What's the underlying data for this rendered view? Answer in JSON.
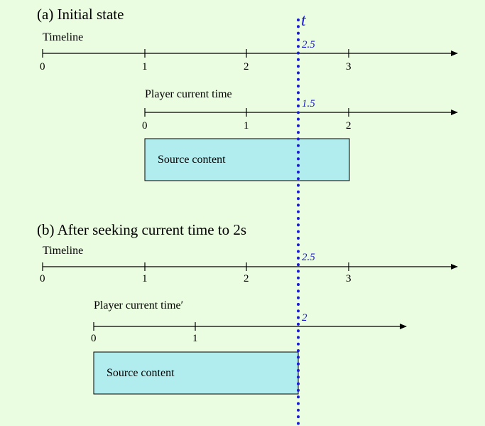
{
  "colors": {
    "background": "#eafde0",
    "box_fill": "#b1ecee",
    "axis": "#000000",
    "time_marker": "#1a1ad6"
  },
  "time_marker": {
    "label": "t"
  },
  "panel_a": {
    "heading": "(a) Initial state",
    "timeline": {
      "label": "Timeline",
      "ticks": [
        "0",
        "1",
        "2",
        "3"
      ],
      "current_value": "2.5"
    },
    "player": {
      "label": "Player current time",
      "ticks": [
        "0",
        "1",
        "2"
      ],
      "current_value": "1.5"
    },
    "source": {
      "label": "Source content"
    }
  },
  "panel_b": {
    "heading": "(b) After seeking current time to 2s",
    "timeline": {
      "label": "Timeline",
      "ticks": [
        "0",
        "1",
        "2",
        "3"
      ],
      "current_value": "2.5"
    },
    "player": {
      "label": "Player current time′",
      "ticks": [
        "0",
        "1"
      ],
      "current_value": "2"
    },
    "source": {
      "label": "Source content"
    }
  }
}
